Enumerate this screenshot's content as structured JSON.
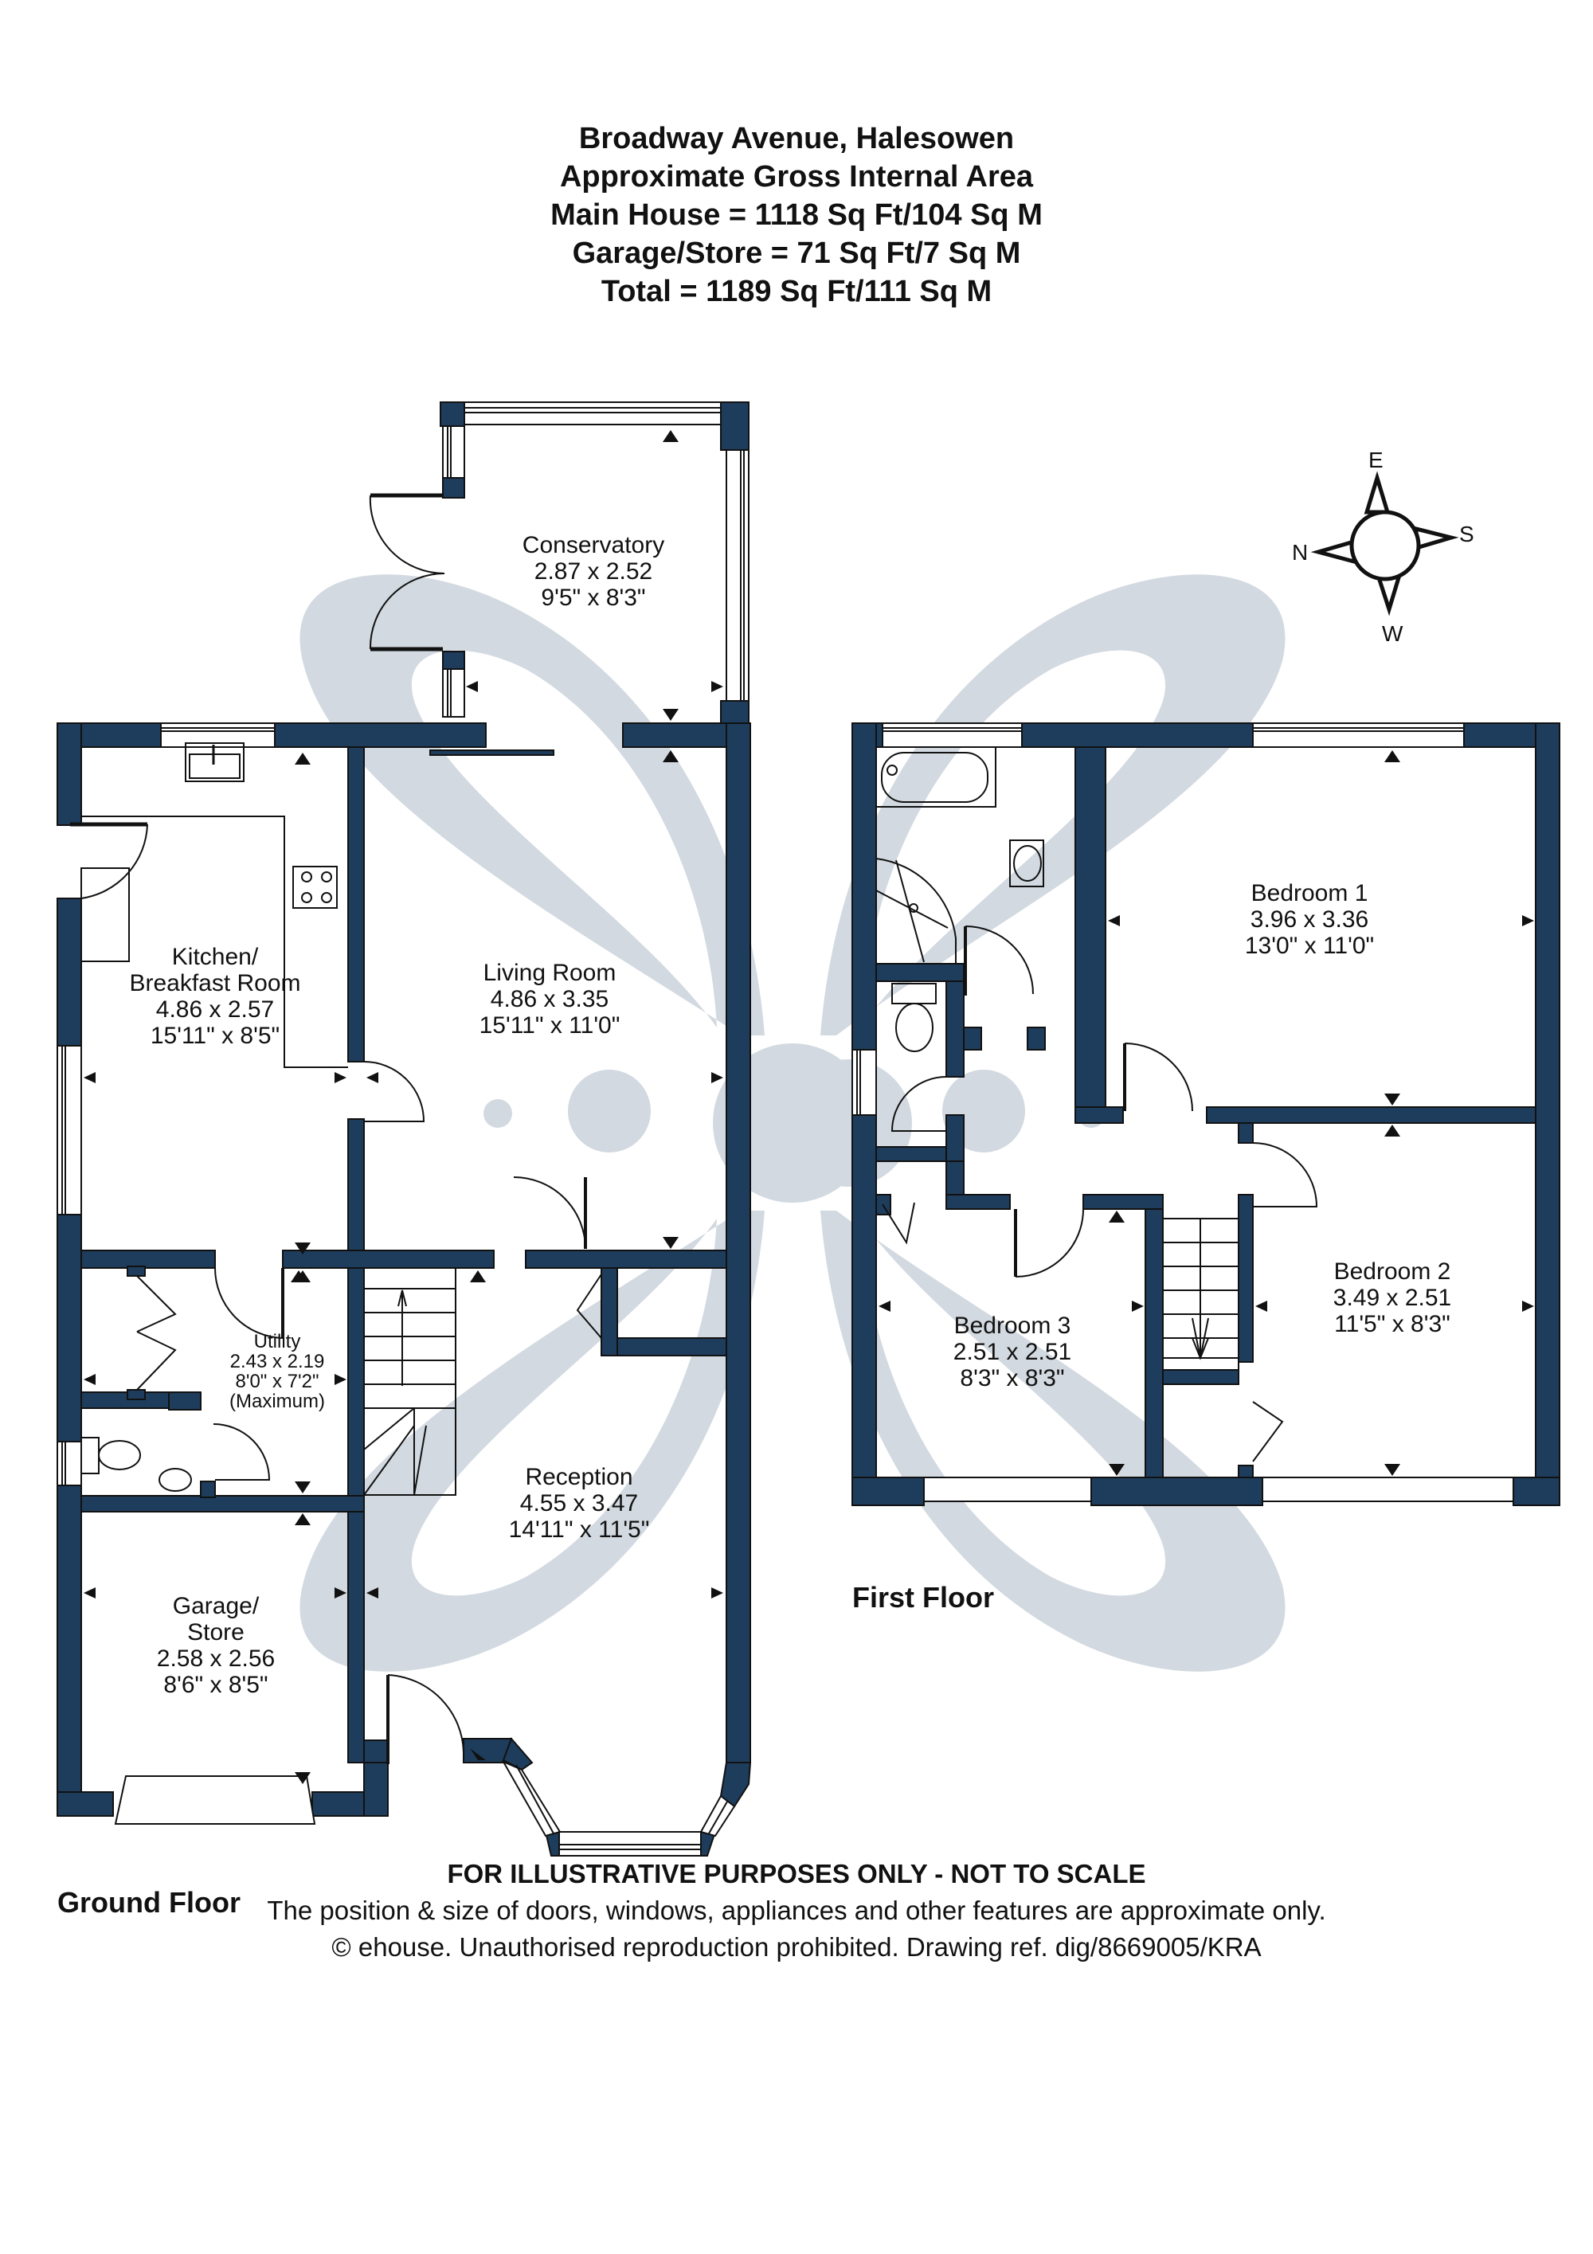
{
  "header": {
    "address": "Broadway Avenue, Halesowen",
    "subtitle": "Approximate Gross Internal Area",
    "main_house": "Main House = 1118 Sq Ft/104 Sq M",
    "garage_store": "Garage/Store = 71 Sq Ft/7 Sq M",
    "total": "Total = 1189 Sq Ft/111 Sq M"
  },
  "compass": {
    "top": "E",
    "left": "N",
    "right": "S",
    "bottom": "W"
  },
  "colors": {
    "wall": "#1e3d5c",
    "watermark": "#d2d9e0",
    "line": "#111111",
    "background": "#ffffff"
  },
  "ground_floor": {
    "label": "Ground Floor",
    "rooms": [
      {
        "name": "Conservatory",
        "metric": "2.87 x 2.52",
        "imperial": "9'5\" x 8'3\""
      },
      {
        "name": "Kitchen/",
        "name2": "Breakfast Room",
        "metric": "4.86 x 2.57",
        "imperial": "15'11\" x 8'5\""
      },
      {
        "name": "Living Room",
        "metric": "4.86 x 3.35",
        "imperial": "15'11\" x 11'0\""
      },
      {
        "name": "Utility",
        "metric": "2.43 x 2.19",
        "imperial": "8'0\" x 7'2\"",
        "note": "(Maximum)"
      },
      {
        "name": "Reception",
        "metric": "4.55 x 3.47",
        "imperial": "14'11\" x 11'5\""
      },
      {
        "name": "Garage/",
        "name2": "Store",
        "metric": "2.58 x 2.56",
        "imperial": "8'6\" x 8'5\""
      }
    ]
  },
  "first_floor": {
    "label": "First Floor",
    "rooms": [
      {
        "name": "Bedroom 1",
        "metric": "3.96 x 3.36",
        "imperial": "13'0\" x 11'0\""
      },
      {
        "name": "Bedroom 2",
        "metric": "3.49 x 2.51",
        "imperial": "11'5\" x 8'3\""
      },
      {
        "name": "Bedroom 3",
        "metric": "2.51 x 2.51",
        "imperial": "8'3\" x 8'3\""
      }
    ]
  },
  "footer": {
    "disclaimer": "FOR ILLUSTRATIVE PURPOSES ONLY - NOT TO SCALE",
    "note": "The position & size of doors, windows, appliances and other features are approximate only.",
    "copyright": "© ehouse. Unauthorised reproduction prohibited. Drawing ref. dig/8669005/KRA"
  }
}
